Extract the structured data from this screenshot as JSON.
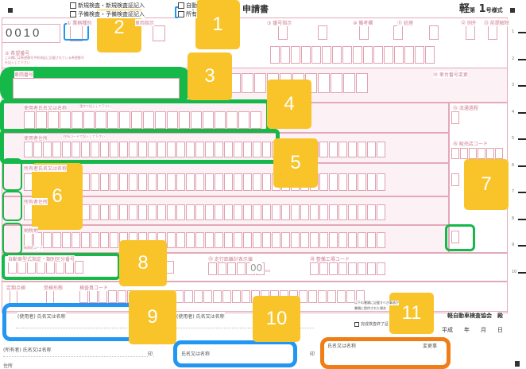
{
  "header": {
    "checkbox_new": "新規検査・新規検査証記入",
    "checkbox_spare": "予備検査・予備検査証記入",
    "checkbox_auto": "自動",
    "checkbox_other": "所有",
    "title": "申請書",
    "form_code_prefix": "軽",
    "form_code_small": "第",
    "form_code_num": "1",
    "form_code_suffix": "号様式",
    "serial": "0010"
  },
  "fields": {
    "business_type": "① 業務種別",
    "vehicle_display": "車両指示",
    "number_indication": "③ 番号指示",
    "remarks": "⑩ 備考欄",
    "processing": "⑪ 処理",
    "exception": "⑫ 例外",
    "release": "⑬ 前提解除",
    "pref_number": "② 希望番号",
    "pref_note": "この欄には希望番号予約済証に記載されている希望番号を記入して下さい",
    "vehicle_number": "車両番号",
    "serial_change": "⑭ 車台番号変更",
    "user_name": "使用者氏名又は名称",
    "user_name_note": "漢字で記入して下さい",
    "user_address": "使用者住所",
    "user_address_note": "住所コードで記入して下さい",
    "owner_name": "所有者氏名又は名称",
    "owner_address": "所有者住所",
    "distribution": "⑮ 流通過程",
    "dealer_code": "⑯ 販売店コード",
    "tax_place": "納税地",
    "tax_code": "納税地コード",
    "type_designation": "自動車型式指定・類別区分番号",
    "odometer": "⑲ 走行距離計表示値",
    "odometer_value": "00",
    "odometer_unit": "km",
    "workshop_code": "⑳ 整備工場コード",
    "periodic": "定期点検",
    "inspection": "受検形態",
    "inspector_code": "検査員コード",
    "user_block": "(使用者) 氏名又は名称",
    "owner_block": "(所有者) 氏名又は名称",
    "address": "住所",
    "seal": "印",
    "name_or_title": "氏名又は名称",
    "change": "変更事",
    "agency": "軽自動車検査協会　殿",
    "date": "平成　　年　　月　　日",
    "note_top": "以下の書類に記載すべき事項が",
    "note_top2": "書類に提供された場合",
    "inspection_done": "完成検査終了証"
  },
  "annotations": [
    "1",
    "2",
    "3",
    "4",
    "5",
    "6",
    "7",
    "8",
    "9",
    "10",
    "11"
  ],
  "margin_ticks": [
    "1",
    "2",
    "3",
    "4",
    "5",
    "6",
    "7",
    "8",
    "9",
    "10"
  ],
  "colors": {
    "annotation": "#f8c42a",
    "green": "#16b84a",
    "blue": "#2196f3",
    "orange": "#f07d16",
    "form_line": "#e3a9b9"
  }
}
